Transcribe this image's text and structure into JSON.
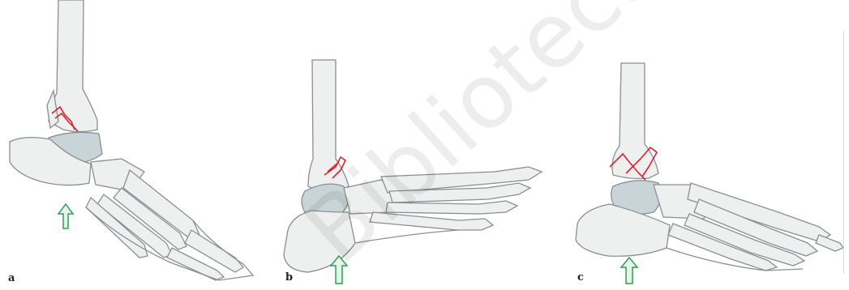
{
  "panels": [
    {
      "id": "a",
      "label": "a"
    },
    {
      "id": "b",
      "label": "b"
    },
    {
      "id": "c",
      "label": "c"
    }
  ],
  "watermark_text": "Biblioteca",
  "colors": {
    "bone_fill": "#eef0f0",
    "bone_stroke": "#8a8f92",
    "talus_fill": "#c9d4d8",
    "fracture": "#e0202a",
    "arrow_fill": "#e6f4ea",
    "arrow_stroke": "#2f9e55"
  }
}
